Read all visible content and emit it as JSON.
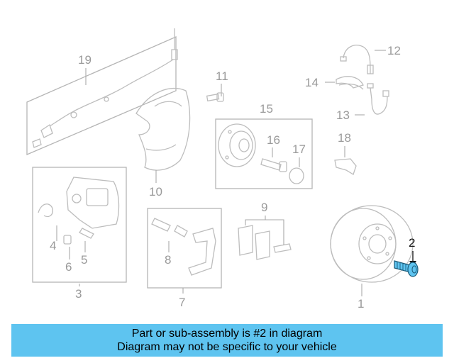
{
  "callouts": {
    "n1": "1",
    "n2": "2",
    "n3": "3",
    "n4": "4",
    "n5": "5",
    "n6": "6",
    "n7": "7",
    "n8": "8",
    "n9": "9",
    "n10": "10",
    "n11": "11",
    "n12": "12",
    "n13": "13",
    "n14": "14",
    "n15": "15",
    "n16": "16",
    "n17": "17",
    "n18": "18",
    "n19": "19"
  },
  "highlight": {
    "callout": "2",
    "color": "#5ec4f0"
  },
  "banner": {
    "line1": "Part or sub-assembly is #2 in diagram",
    "line2": "Diagram may not be specific to your vehicle",
    "color": "#5ec4f0"
  }
}
